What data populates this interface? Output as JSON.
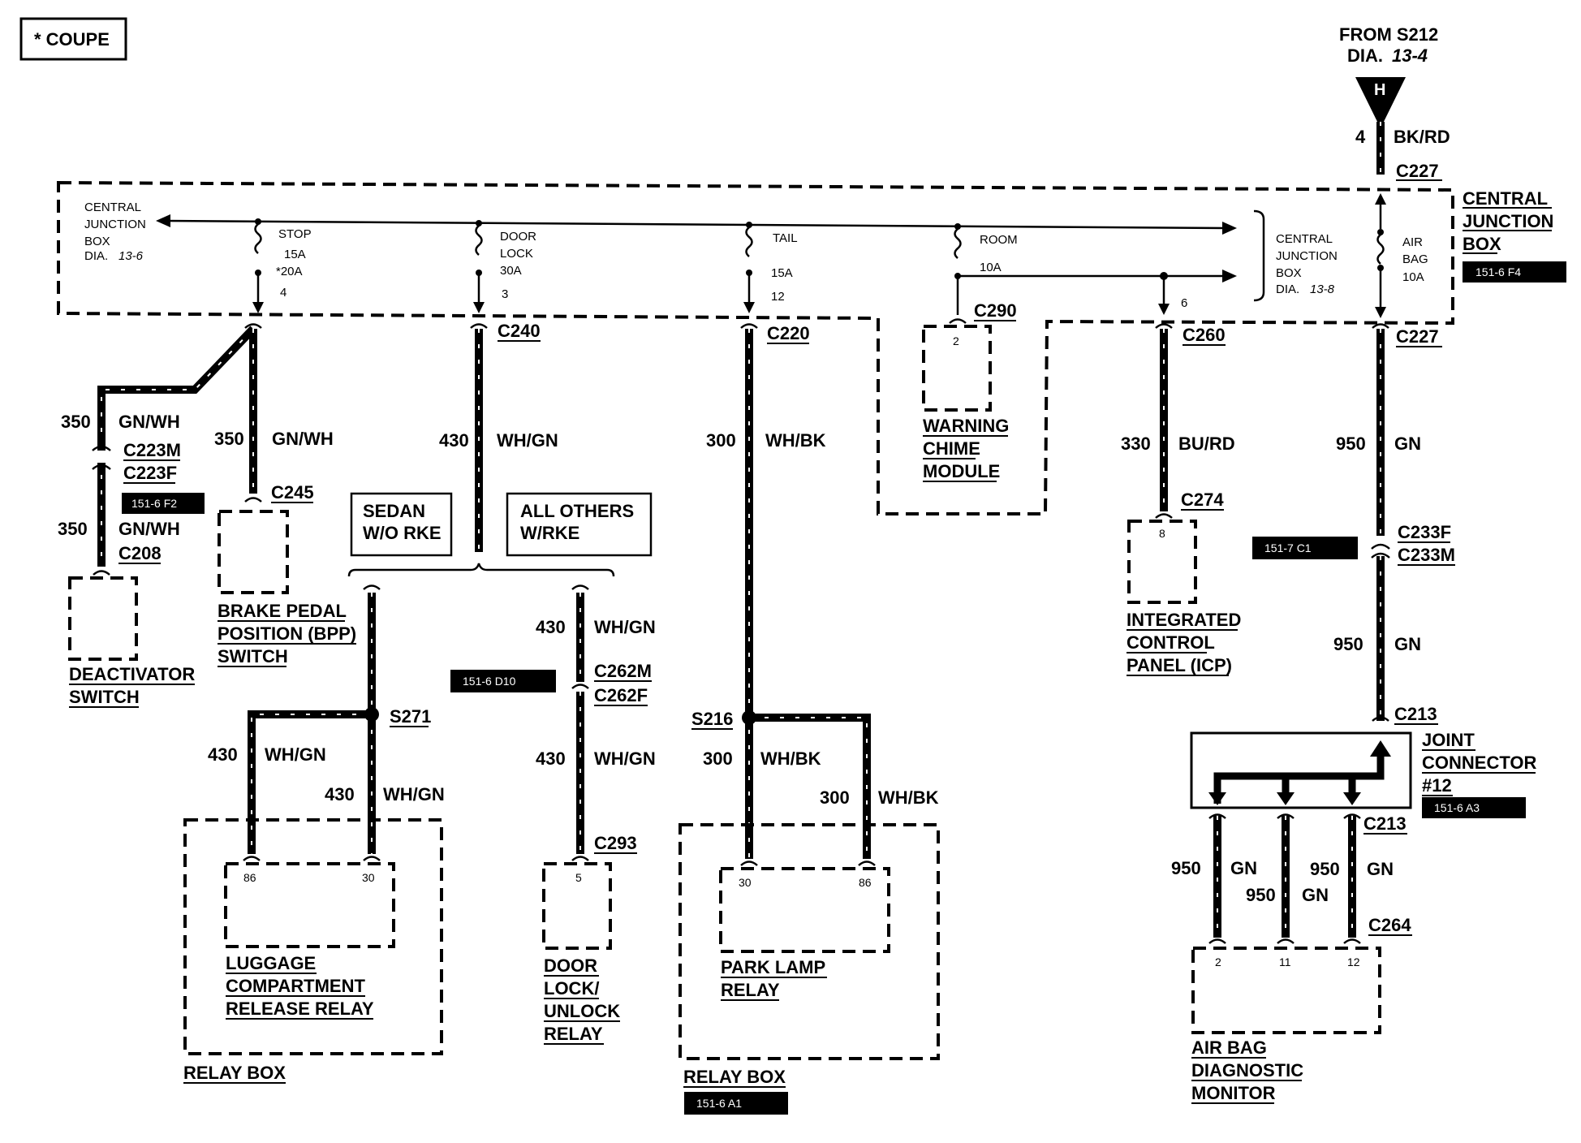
{
  "note": "* COUPE",
  "source": {
    "line1": "FROM S212",
    "line2": "DIA.",
    "dia": "13-4",
    "letter": "H",
    "circuit": "4",
    "color": "BK/RD",
    "connector": "C227"
  },
  "cjb": {
    "left_text": [
      "CENTRAL",
      "JUNCTION",
      "BOX"
    ],
    "left_dia_prefix": "DIA.",
    "left_dia": "13-6",
    "right_text": [
      "CENTRAL",
      "JUNCTION",
      "BOX"
    ],
    "right_dia_prefix": "DIA.",
    "right_dia": "13-8",
    "title": [
      "CENTRAL",
      "JUNCTION",
      "BOX"
    ],
    "ref": "151-6 F4"
  },
  "fuses": {
    "stop": {
      "name": "STOP",
      "amp": "15A",
      "amp2": "*20A",
      "pin": "4"
    },
    "door": {
      "name1": "DOOR",
      "name2": "LOCK",
      "amp": "30A",
      "pin": "3"
    },
    "tail": {
      "name": "TAIL",
      "amp": "15A",
      "pin": "12"
    },
    "room": {
      "name": "ROOM",
      "amp": "10A",
      "pin": "6"
    },
    "airbag": {
      "name1": "AIR",
      "name2": "BAG",
      "amp": "10A"
    }
  },
  "connectors": {
    "c227b": "C227",
    "c240": "C240",
    "c220": "C220",
    "c290": "C290",
    "c260": "C260",
    "c223m": "C223M",
    "c223f": "C223F",
    "c208": "C208",
    "c245": "C245",
    "c262m": "C262M",
    "c262f": "C262F",
    "c293": "C293",
    "c274": "C274",
    "c233f": "C233F",
    "c233m": "C233M",
    "c213a": "C213",
    "c213b": "C213",
    "c264": "C264",
    "s271": "S271",
    "s216": "S216"
  },
  "wires": {
    "w350a": {
      "circuit": "350",
      "color": "GN/WH"
    },
    "w350b": {
      "circuit": "350",
      "color": "GN/WH"
    },
    "w350c": {
      "circuit": "350",
      "color": "GN/WH"
    },
    "w430a": {
      "circuit": "430",
      "color": "WH/GN"
    },
    "w430b": {
      "circuit": "430",
      "color": "WH/GN"
    },
    "w430c": {
      "circuit": "430",
      "color": "WH/GN"
    },
    "w430d": {
      "circuit": "430",
      "color": "WH/GN"
    },
    "w430e": {
      "circuit": "430",
      "color": "WH/GN"
    },
    "w300a": {
      "circuit": "300",
      "color": "WH/BK"
    },
    "w300b": {
      "circuit": "300",
      "color": "WH/BK"
    },
    "w300c": {
      "circuit": "300",
      "color": "WH/BK"
    },
    "w330": {
      "circuit": "330",
      "color": "BU/RD"
    },
    "w950a": {
      "circuit": "950",
      "color": "GN"
    },
    "w950b": {
      "circuit": "950",
      "color": "GN"
    },
    "w950c": {
      "circuit": "950",
      "color": "GN"
    },
    "w950d": {
      "circuit": "950",
      "color": "GN"
    },
    "w950e": {
      "circuit": "950",
      "color": "GN"
    }
  },
  "options": {
    "sedan": [
      "SEDAN",
      "W/O RKE"
    ],
    "others": [
      "ALL OTHERS",
      "W/RKE"
    ]
  },
  "components": {
    "deactivator": [
      "DEACTIVATOR",
      "SWITCH"
    ],
    "bpp": [
      "BRAKE PEDAL",
      "POSITION (BPP)",
      "SWITCH"
    ],
    "chime": [
      "WARNING",
      "CHIME",
      "MODULE"
    ],
    "icp": [
      "INTEGRATED",
      "CONTROL",
      "PANEL (ICP)"
    ],
    "luggage": [
      "LUGGAGE",
      "COMPARTMENT",
      "RELEASE RELAY"
    ],
    "relaybox1": "RELAY BOX",
    "doorrelay": [
      "DOOR",
      "LOCK/",
      "UNLOCK",
      "RELAY"
    ],
    "parklamp": [
      "PARK LAMP",
      "RELAY"
    ],
    "relaybox2": "RELAY BOX",
    "joint": [
      "JOINT",
      "CONNECTOR",
      "#12"
    ],
    "abdm": [
      "AIR BAG",
      "DIAGNOSTIC",
      "MONITOR"
    ]
  },
  "pins": {
    "chime": "2",
    "icp": "8",
    "lug86": "86",
    "lug30": "30",
    "door5": "5",
    "park30": "30",
    "park86": "86",
    "ab2": "2",
    "ab11": "11",
    "ab12": "12"
  },
  "refs": {
    "r1": "151-6 F2",
    "r2": "151-6 D10",
    "r3": "151-7 C1",
    "r4": "151-6 A3",
    "r5": "151-6 A1"
  }
}
